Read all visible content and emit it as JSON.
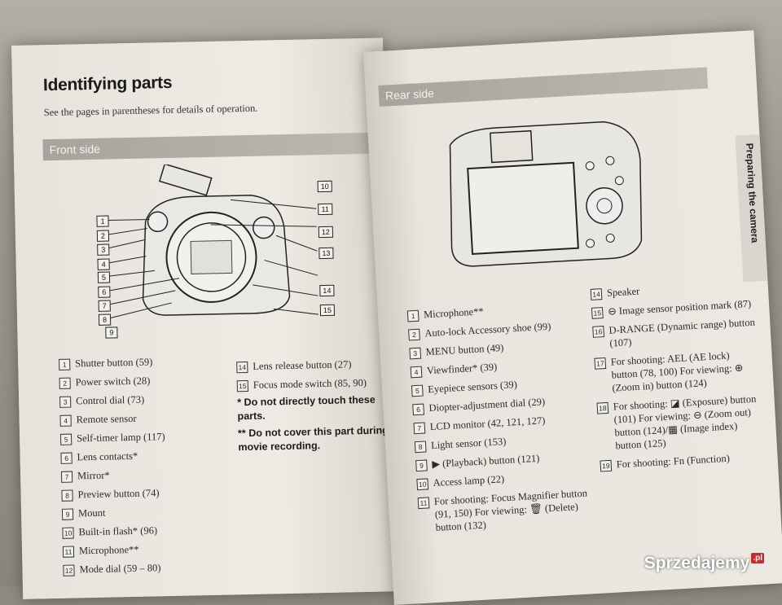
{
  "left_page": {
    "title": "Identifying parts",
    "subtitle": "See the pages in parentheses for details of operation.",
    "section": "Front side",
    "items_col1": [
      {
        "n": "1",
        "text": "Shutter button (59)"
      },
      {
        "n": "2",
        "text": "Power switch (28)"
      },
      {
        "n": "3",
        "text": "Control dial (73)"
      },
      {
        "n": "4",
        "text": "Remote sensor"
      },
      {
        "n": "5",
        "text": "Self-timer lamp (117)"
      },
      {
        "n": "6",
        "text": "Lens contacts*"
      },
      {
        "n": "7",
        "text": "Mirror*"
      },
      {
        "n": "8",
        "text": "Preview button (74)"
      },
      {
        "n": "9",
        "text": "Mount"
      },
      {
        "n": "10",
        "text": "Built-in flash* (96)"
      },
      {
        "n": "11",
        "text": "Microphone**"
      },
      {
        "n": "12",
        "text": "Mode dial (59 – 80)"
      }
    ],
    "items_col2": [
      {
        "n": "14",
        "text": "Lens release button (27)"
      },
      {
        "n": "15",
        "text": "Focus mode switch (85, 90)"
      }
    ],
    "note1_mark": "*",
    "note1": "Do not directly touch these parts.",
    "note2_mark": "**",
    "note2": "Do not cover this part during movie recording."
  },
  "right_page": {
    "section": "Rear side",
    "side_tab": "Preparing the camera",
    "items_col1": [
      {
        "n": "1",
        "text": "Microphone**"
      },
      {
        "n": "2",
        "text": "Auto-lock Accessory shoe (99)"
      },
      {
        "n": "3",
        "text": "MENU button (49)"
      },
      {
        "n": "4",
        "text": "Viewfinder* (39)"
      },
      {
        "n": "5",
        "text": "Eyepiece sensors (39)"
      },
      {
        "n": "6",
        "text": "Diopter-adjustment dial (29)"
      },
      {
        "n": "7",
        "text": "LCD monitor (42, 121, 127)"
      },
      {
        "n": "8",
        "text": "Light sensor (153)"
      },
      {
        "n": "9",
        "text": "▶ (Playback) button (121)"
      },
      {
        "n": "10",
        "text": "Access lamp (22)"
      },
      {
        "n": "11",
        "text": "For shooting: Focus Magnifier button (91, 150) For viewing: 🗑 (Delete) button (132)"
      }
    ],
    "items_col2": [
      {
        "n": "14",
        "text": "Speaker"
      },
      {
        "n": "15",
        "text": "⊖ Image sensor position mark (87)"
      },
      {
        "n": "16",
        "text": "D-RANGE (Dynamic range) button (107)"
      },
      {
        "n": "17",
        "text": "For shooting: AEL (AE lock) button (78, 100) For viewing: ⊕ (Zoom in) button (124)"
      },
      {
        "n": "18",
        "text": "For shooting: ◪ (Exposure) button (101) For viewing: ⊖ (Zoom out) button (124)/▦ (Image index) button (125)"
      },
      {
        "n": "19",
        "text": "For shooting: Fn (Function)"
      }
    ]
  },
  "watermark": {
    "name": "Sprzedajemy",
    "tld": ".pl"
  }
}
